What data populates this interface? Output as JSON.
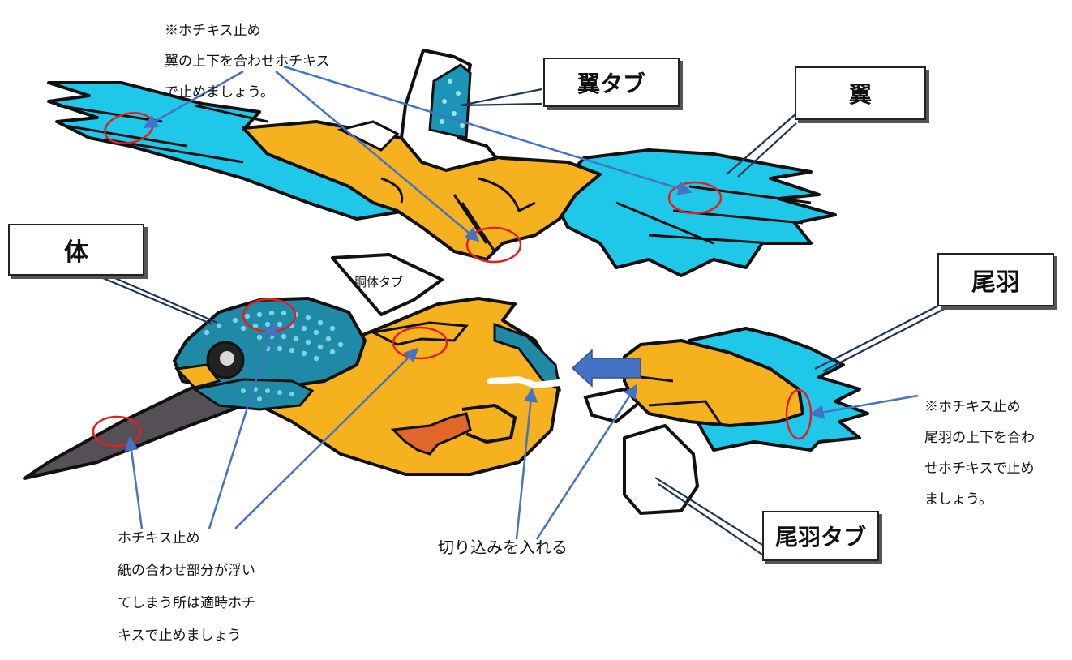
{
  "labels": {
    "wing_tab": "翼タブ",
    "wing": "翼",
    "body": "体",
    "tail": "尾羽",
    "tail_tab": "尾羽タブ",
    "torso_tab": "胴体タブ",
    "cut": "切り込みを入れる"
  },
  "notes": {
    "top_line1": "※ホチキス止め",
    "top_line2": "翼の上下を合わせホチキス",
    "top_line3": "で止めましょう。",
    "tail_line1": "※ホチキス止め",
    "tail_line2": "尾羽の上下を合わ",
    "tail_line3": "せホチキスで止め",
    "tail_line4": "ましょう。",
    "body_line1": "ホチキス止め",
    "body_line2": "紙の合わせ部分が浮い",
    "body_line3": "てしまう所は適時ホチ",
    "body_line4": "キスで止めましょう"
  },
  "colors": {
    "cyan": "#1fc8e8",
    "orange": "#f5b11e",
    "teal": "#1f8aa6",
    "beak": "#555055",
    "leg": "#e0662a",
    "arrow": "#4472c4",
    "circle": "#e02020"
  }
}
